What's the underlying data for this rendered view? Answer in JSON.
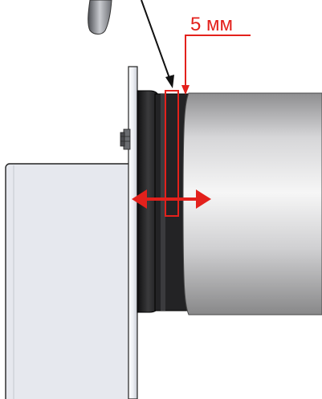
{
  "annotation": {
    "dimension_label": "5 мм"
  },
  "colors": {
    "annotation": "#e3211c",
    "pointer": "#111111",
    "housing_fill": "#e6e8ee",
    "housing_outline": "#222222",
    "flange_dark": "#1c1c1e",
    "duct_light": "#f2f2f2",
    "duct_shadow": "#8e8e90"
  },
  "icons": {
    "arrow": "double-headed-horizontal-arrow",
    "pointer": "leader-arrow"
  }
}
